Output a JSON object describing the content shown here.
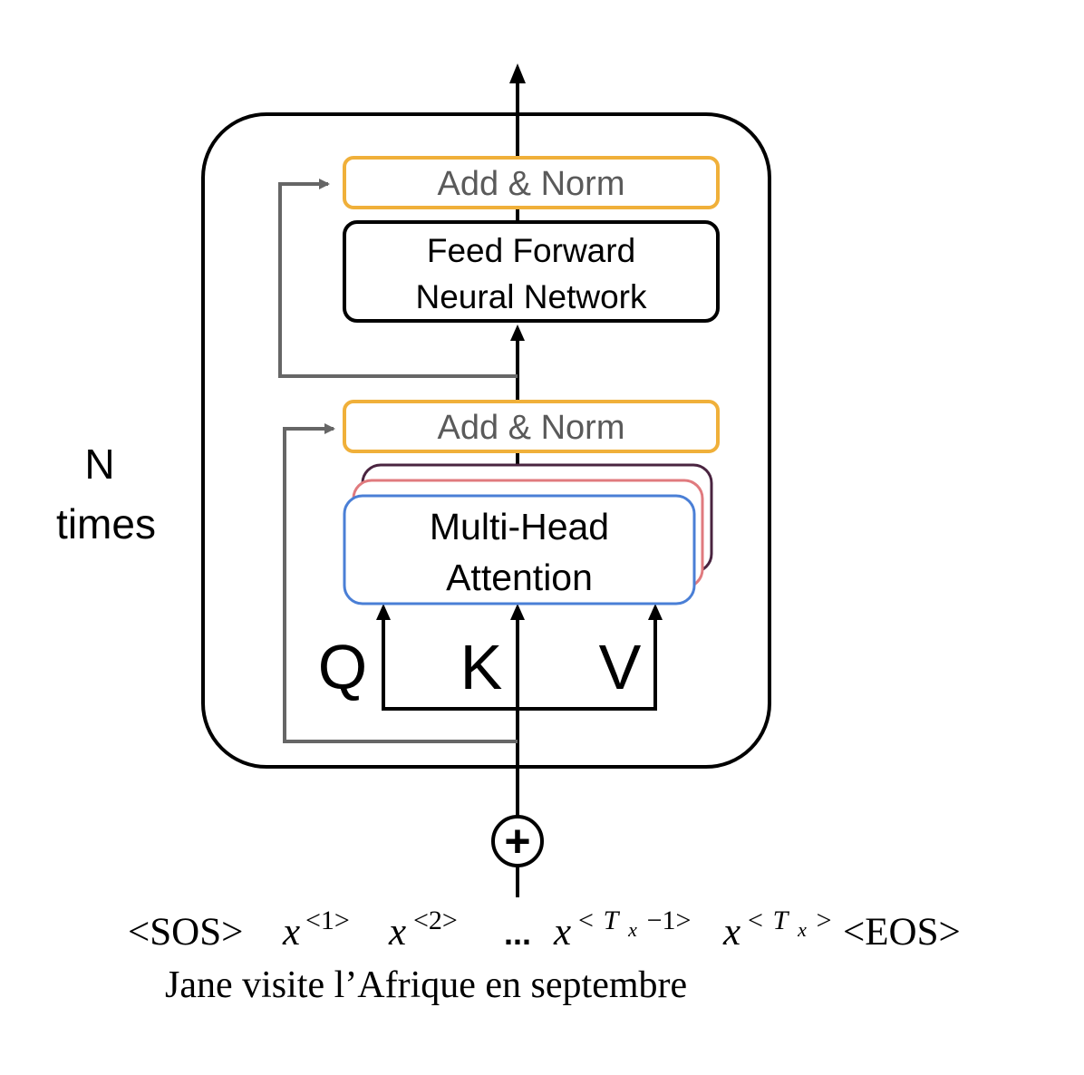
{
  "repeat_label": {
    "line1": "N",
    "line2": "times"
  },
  "add_norm_top": "Add & Norm",
  "feed_forward": {
    "line1": "Feed Forward",
    "line2": "Neural Network"
  },
  "add_norm_bottom": "Add & Norm",
  "attention": {
    "line1": "Multi-Head",
    "line2": "Attention"
  },
  "qkv": {
    "q": "Q",
    "k": "K",
    "v": "V"
  },
  "sum_symbol": "+",
  "tokens": {
    "sos": "<SOS>",
    "x": "x",
    "x1_sup": "<1>",
    "x2_sup": "<2>",
    "ellipsis": "...",
    "sup_open": "<",
    "tx_T": "T",
    "tx_sub": "x",
    "minus_one_close": "−1>",
    "sup_close": ">",
    "eos": "<EOS>"
  },
  "sentence": "Jane visite l’Afrique en septembre",
  "colors": {
    "add_norm_border": "#f0b03a",
    "add_norm_text": "#5a5a5a",
    "attention_front": "#4a7fd6",
    "attention_mid": "#e07a7e",
    "attention_back": "#4a2440",
    "residual_line": "#666666",
    "main_line": "#000000"
  }
}
